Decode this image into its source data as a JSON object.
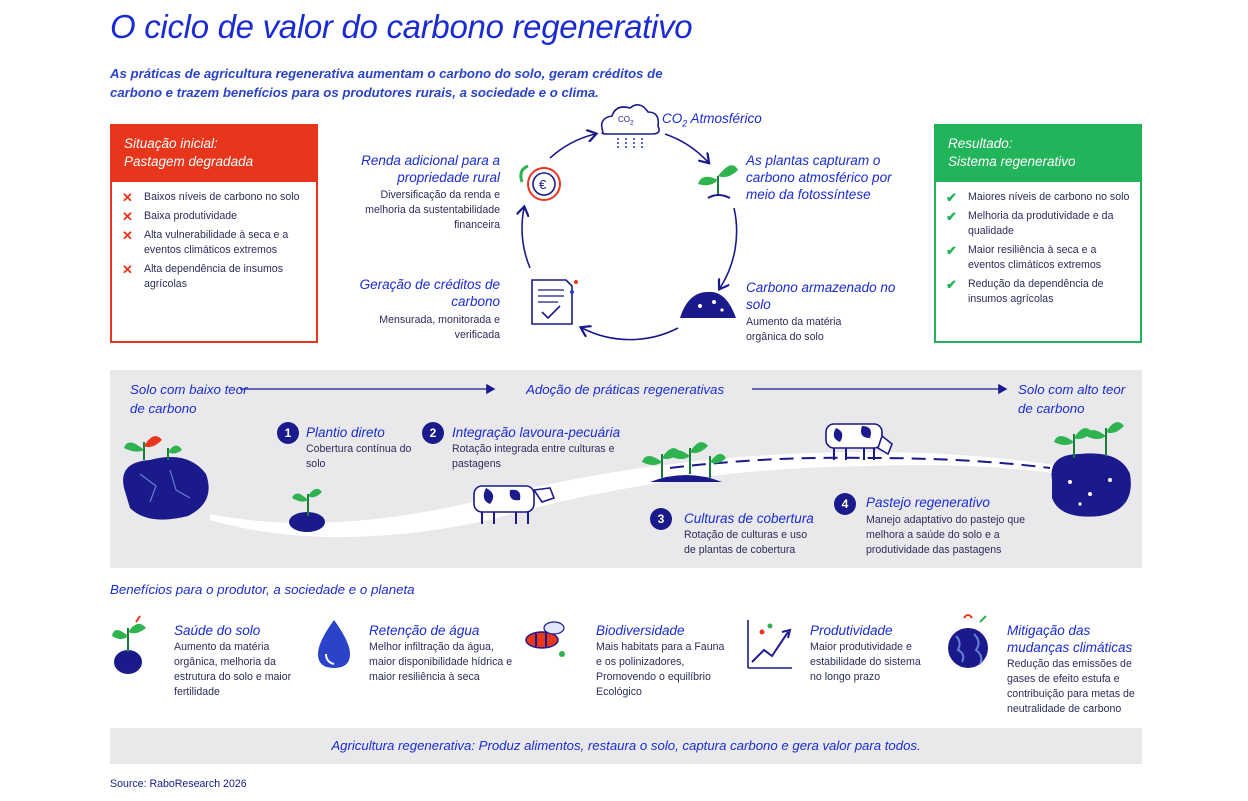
{
  "title": "O ciclo de valor do carbono regenerativo",
  "subtitle": "As práticas de agricultura regenerativa aumentam o carbono do solo, geram créditos de carbono e trazem benefícios para os produtores rurais, a sociedade e o clima.",
  "initial": {
    "head_line1": "Situação inicial:",
    "head_line2": "Pastagem degradada",
    "items": [
      "Baixos níveis de carbono no solo",
      "Baixa produtividade",
      "Alta vulnerabilidade à seca e a eventos climáticos extremos",
      "Alta dependência de insumos agrícolas"
    ]
  },
  "result": {
    "head_line1": "Resultado:",
    "head_line2": "Sistema regenerativo",
    "items": [
      "Maiores níveis de carbono no solo",
      "Melhoria da produtividade e da qualidade",
      "Maior resiliência à seca e a eventos climáticos extremos",
      "Redução da dependência de insumos agrícolas"
    ]
  },
  "cycle": {
    "cloud_label": "CO",
    "cloud_sub": "2",
    "co2_prefix": "CO",
    "co2_sub": "2",
    "co2_suffix": " Atmosférico",
    "capture": "As plantas capturam o carbono atmosférico por meio da fotossíntese",
    "stored_title": "Carbono armazenado no solo",
    "stored_text": "Aumento da matéria orgânica do solo",
    "credits_title": "Geração de créditos de carbono",
    "credits_text": "Mensurada, monitorada e verificada",
    "income_title": "Renda adicional para a propriedade rural",
    "income_text": "Diversificação da renda e melhoria da sustentabilidade financeira"
  },
  "band": {
    "left_label": "Solo com baixo teor de carbono",
    "center_label": "Adoção de práticas regenerativas",
    "right_label": "Solo com alto teor de carbono",
    "steps": [
      {
        "num": "1",
        "title": "Plantio direto",
        "text": "Cobertura contínua do solo"
      },
      {
        "num": "2",
        "title": "Integração lavoura-pecuária",
        "text": "Rotação integrada entre culturas e pastagens"
      },
      {
        "num": "3",
        "title": "Culturas de cobertura",
        "text": "Rotação de culturas e uso de plantas de cobertura"
      },
      {
        "num": "4",
        "title": "Pastejo regenerativo",
        "text": "Manejo adaptativo do pastejo que melhora a saúde do solo e a produtividade das pastagens"
      }
    ]
  },
  "benefits": {
    "title": "Benefícios para o produtor, a sociedade e o planeta",
    "items": [
      {
        "title": "Saúde do solo",
        "text": "Aumento da matéria orgânica, melhoria da estrutura do solo e maior fertilidade"
      },
      {
        "title": "Retenção de água",
        "text": "Melhor infiltração da água, maior disponibilidade hídrica e maior resiliência à seca"
      },
      {
        "title": "Biodiversidade",
        "text": "Mais habitats para a Fauna e os polinizadores, Promovendo o equilíbrio Ecológico"
      },
      {
        "title": "Produtividade",
        "text": "Maior produtividade e estabilidade do sistema no longo prazo"
      },
      {
        "title": "Mitigação das mudanças climáticas",
        "text": "Redução das emissões de gases de efeito estufa e contribuição para metas de neutralidade de carbono"
      }
    ]
  },
  "footer": "Agricultura regenerativa: Produz alimentos, restaura o solo, captura carbono e gera valor para todos.",
  "source": "Source: RaboResearch 2026",
  "colors": {
    "navy": "#1a1a8c",
    "blue": "#1a2bd4",
    "red": "#e8361c",
    "green": "#21b45a",
    "band": "#e9e9ec"
  }
}
